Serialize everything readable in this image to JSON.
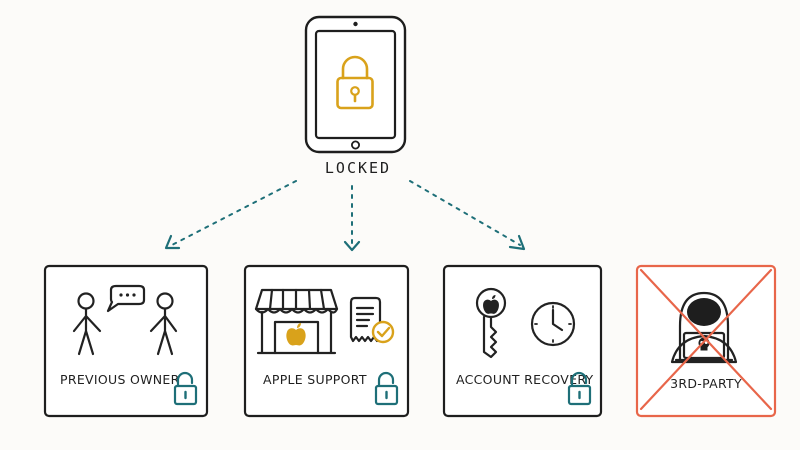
{
  "device": {
    "label": "LOCKED"
  },
  "paths": [
    {
      "label": "PREVIOUS OWNER"
    },
    {
      "label": "APPLE SUPPORT"
    },
    {
      "label": "ACCOUNT RECOVERY"
    },
    {
      "label": "3RD-PARTY"
    }
  ],
  "colors": {
    "ink": "#222222",
    "lock_gold": "#d9a21b",
    "unlock_teal": "#1e6f78",
    "arrow_teal": "#1e6f78",
    "blocked_red": "#e8664a"
  },
  "icons": {
    "device": "tablet-icon",
    "device_lock": "padlock-closed-icon",
    "card_lock": "padlock-open-icon",
    "blocked": "cross-out-icon"
  }
}
